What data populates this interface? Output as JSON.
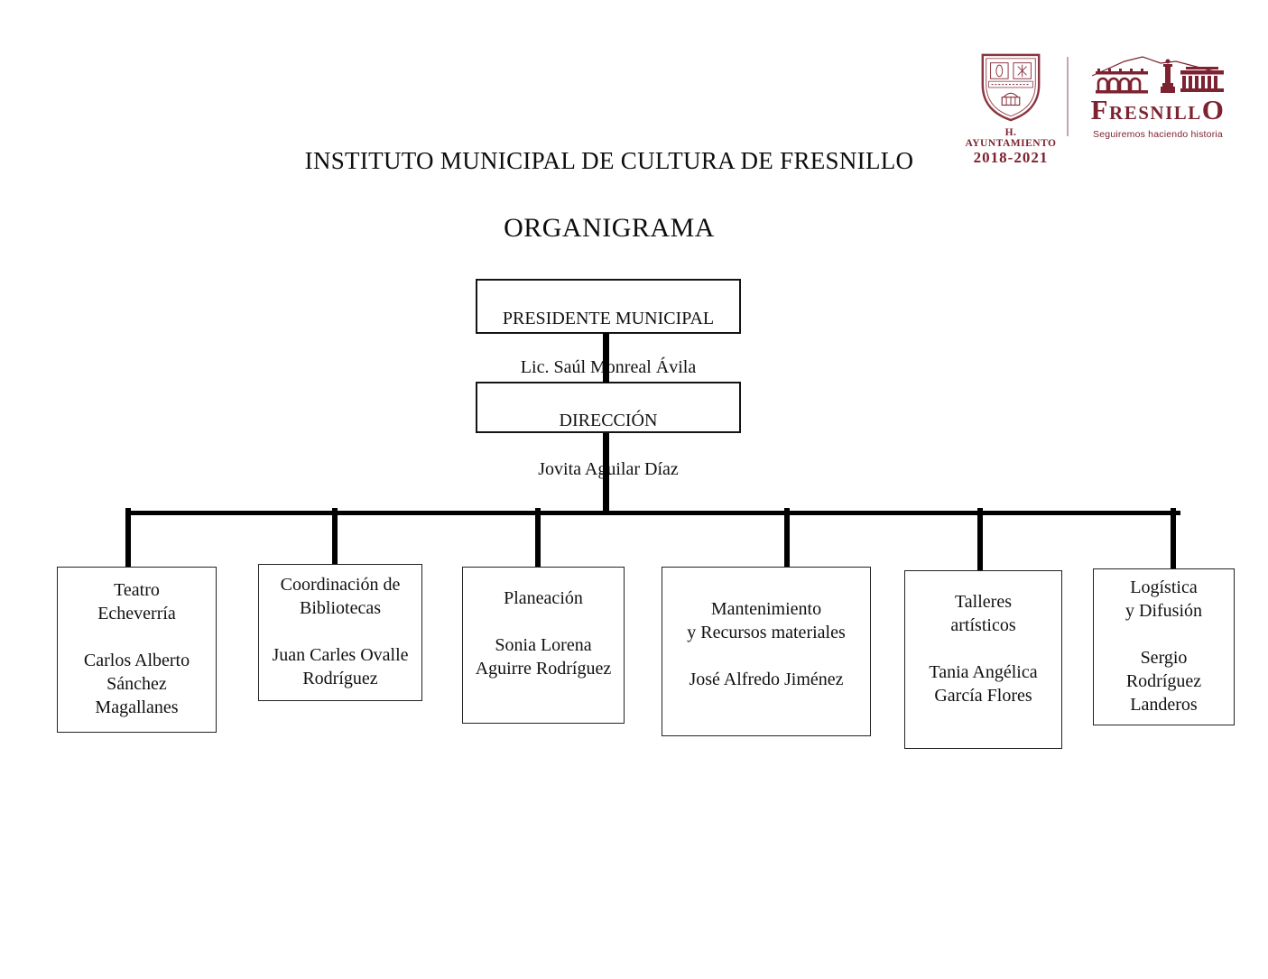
{
  "page": {
    "title": "INSTITUTO MUNICIPAL DE CULTURA DE FRESNILLO",
    "subtitle": "ORGANIGRAMA"
  },
  "branding": {
    "brand_color": "#7d2230",
    "crest_caption_line1": "H. AYUNTAMIENTO",
    "crest_caption_line2": "2018-2021",
    "wordmark": {
      "first": "F",
      "middle": "RESNILL",
      "last": "O"
    },
    "tagline": "Seguiremos haciendo historia"
  },
  "org": {
    "root": {
      "role": "PRESIDENTE MUNICIPAL",
      "person": "Lic. Saúl Monreal Ávila"
    },
    "director": {
      "role": "DIRECCIÓN",
      "person": "Jovita Aguilar Díaz"
    },
    "units": [
      {
        "role": "Teatro\nEcheverría",
        "person": "Carlos Alberto\nSánchez\nMagallanes"
      },
      {
        "role": "Coordinación de\nBibliotecas",
        "person": "Juan Carles Ovalle\nRodríguez"
      },
      {
        "role": "Planeación",
        "person": "Sonia Lorena\nAguirre Rodríguez"
      },
      {
        "role": "Mantenimiento\ny Recursos materiales",
        "person": "José Alfredo Jiménez"
      },
      {
        "role": "Talleres\nartísticos",
        "person": "Tania Angélica\nGarcía Flores"
      },
      {
        "role": "Logística\ny Difusión",
        "person": "Sergio\nRodríguez\nLanderos"
      }
    ]
  }
}
